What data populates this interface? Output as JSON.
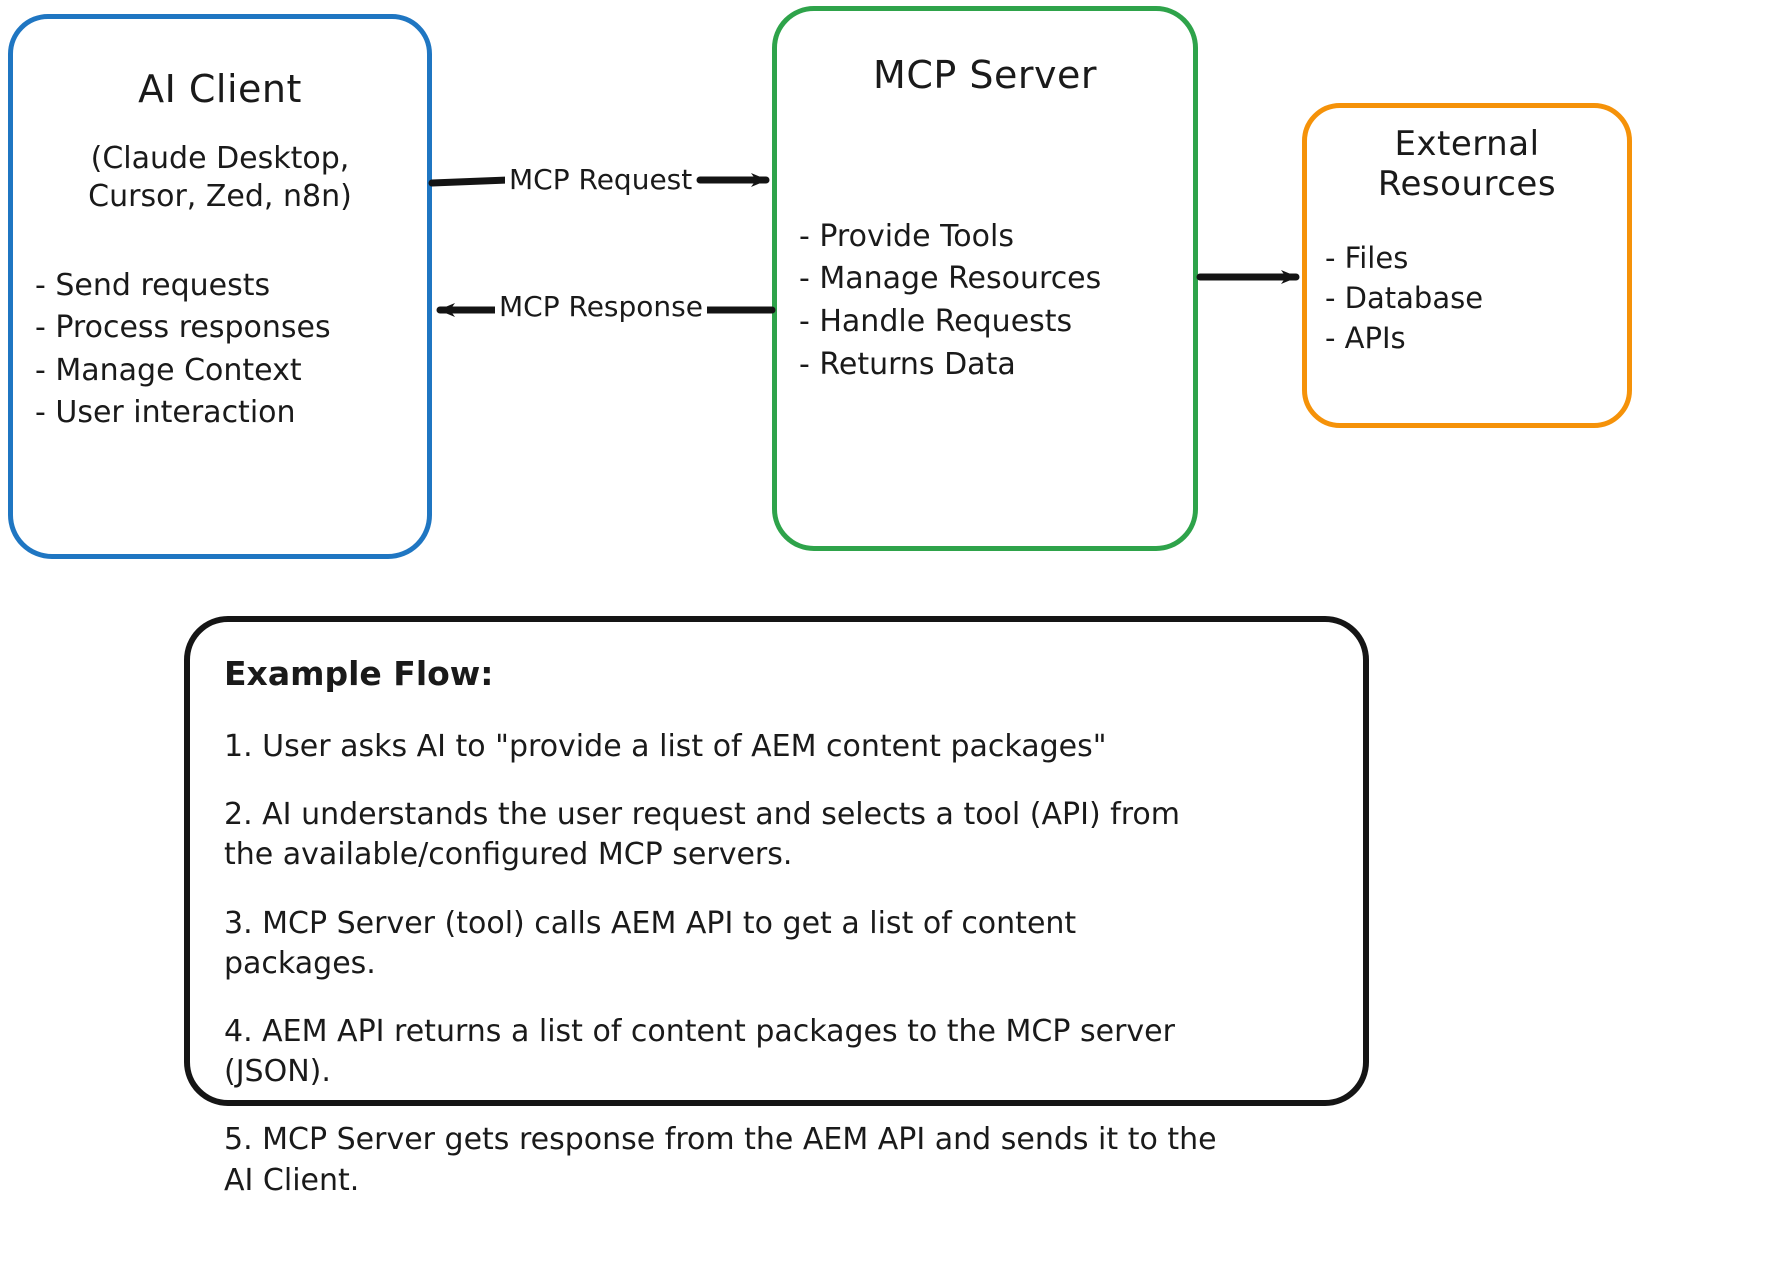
{
  "diagram": {
    "title": "MCP architecture and example flow",
    "colors": {
      "ai_client_border": "#1f76c2",
      "mcp_server_border": "#2ea34a",
      "external_resources_border": "#f59209",
      "flow_panel_border": "#151515",
      "arrow": "#141414",
      "text": "#1a1a1a",
      "background": "#ffffff"
    }
  },
  "ai_client": {
    "title": "AI Client",
    "subtitle_line1": "(Claude Desktop,",
    "subtitle_line2": "Cursor, Zed, n8n)",
    "bullets": [
      "- Send requests",
      "- Process responses",
      "- Manage Context",
      "- User interaction"
    ]
  },
  "mcp_server": {
    "title": "MCP Server",
    "bullets": [
      "- Provide Tools",
      "- Manage Resources",
      "- Handle Requests",
      "- Returns Data"
    ]
  },
  "external_resources": {
    "title_line1": "External",
    "title_line2": "Resources",
    "bullets": [
      "- Files",
      "- Database",
      "- APIs"
    ]
  },
  "edges": [
    {
      "label": "MCP Request",
      "from": "ai_client",
      "to": "mcp_server",
      "direction": "right"
    },
    {
      "label": "MCP Response",
      "from": "mcp_server",
      "to": "ai_client",
      "direction": "left"
    },
    {
      "label": "",
      "from": "mcp_server",
      "to": "external_resources",
      "direction": "right"
    }
  ],
  "example_flow": {
    "heading": "Example Flow:",
    "steps": [
      "1. User asks AI to \"provide a list of AEM content packages\"",
      "2. AI understands the user request and selects a tool (API) from the available/configured MCP servers.",
      "3. MCP Server (tool) calls AEM API to get a list of content packages.",
      "4. AEM API returns a list of content packages to the MCP server (JSON).",
      "5. MCP Server gets response from the AEM API and sends it to the AI Client."
    ]
  }
}
